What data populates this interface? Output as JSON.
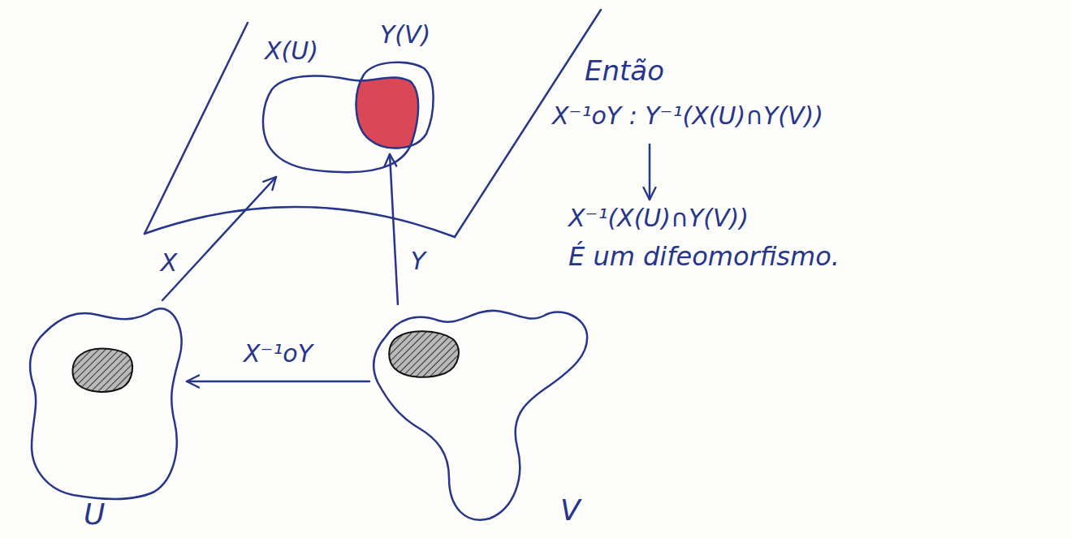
{
  "diagram": {
    "nodes": [
      {
        "text": [
          "X(U)"
        ]
      },
      {
        "text": [
          "Y(V)"
        ]
      },
      {
        "text": [
          "U"
        ]
      },
      {
        "text": [
          "V"
        ]
      }
    ],
    "edges": [
      {
        "from": 2,
        "to": 0,
        "arrow": "to",
        "label": "X"
      },
      {
        "from": 3,
        "to": 1,
        "arrow": "to",
        "label": "Y"
      },
      {
        "from": 3,
        "to": 2,
        "arrow": "to",
        "label": "X⁻¹oY"
      }
    ],
    "labels": [
      "Então",
      "X⁻¹oY : Y⁻¹(X(U)∩Y(V))",
      "X⁻¹(X(U)∩Y(V))",
      "É um difeomorfismo."
    ]
  }
}
